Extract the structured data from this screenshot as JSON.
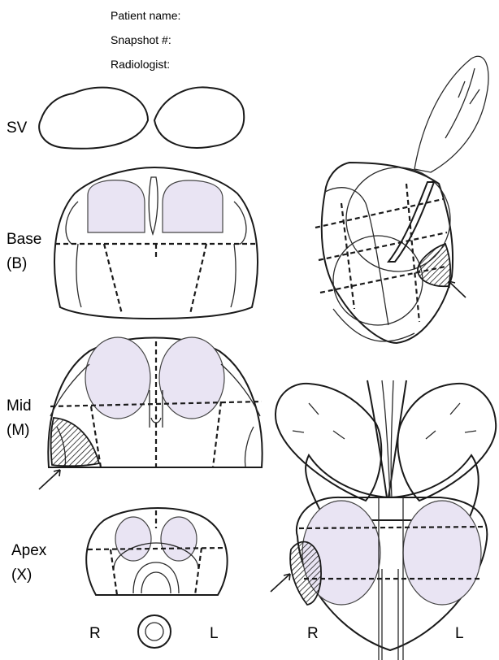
{
  "header": {
    "patient_name": "Patient name:",
    "snapshot": "Snapshot #:",
    "radiologist": "Radiologist:"
  },
  "levels": {
    "sv": "SV",
    "base_1": "Base",
    "base_2": "(B)",
    "mid_1": "Mid",
    "mid_2": "(M)",
    "apex_1": "Apex",
    "apex_2": "(X)"
  },
  "orientation": {
    "left_view_r": "R",
    "left_view_l": "L",
    "right_view_r": "R",
    "right_view_l": "L"
  },
  "colors": {
    "zone_fill": "#e9e4f3",
    "ink": "#1a1a1a"
  }
}
